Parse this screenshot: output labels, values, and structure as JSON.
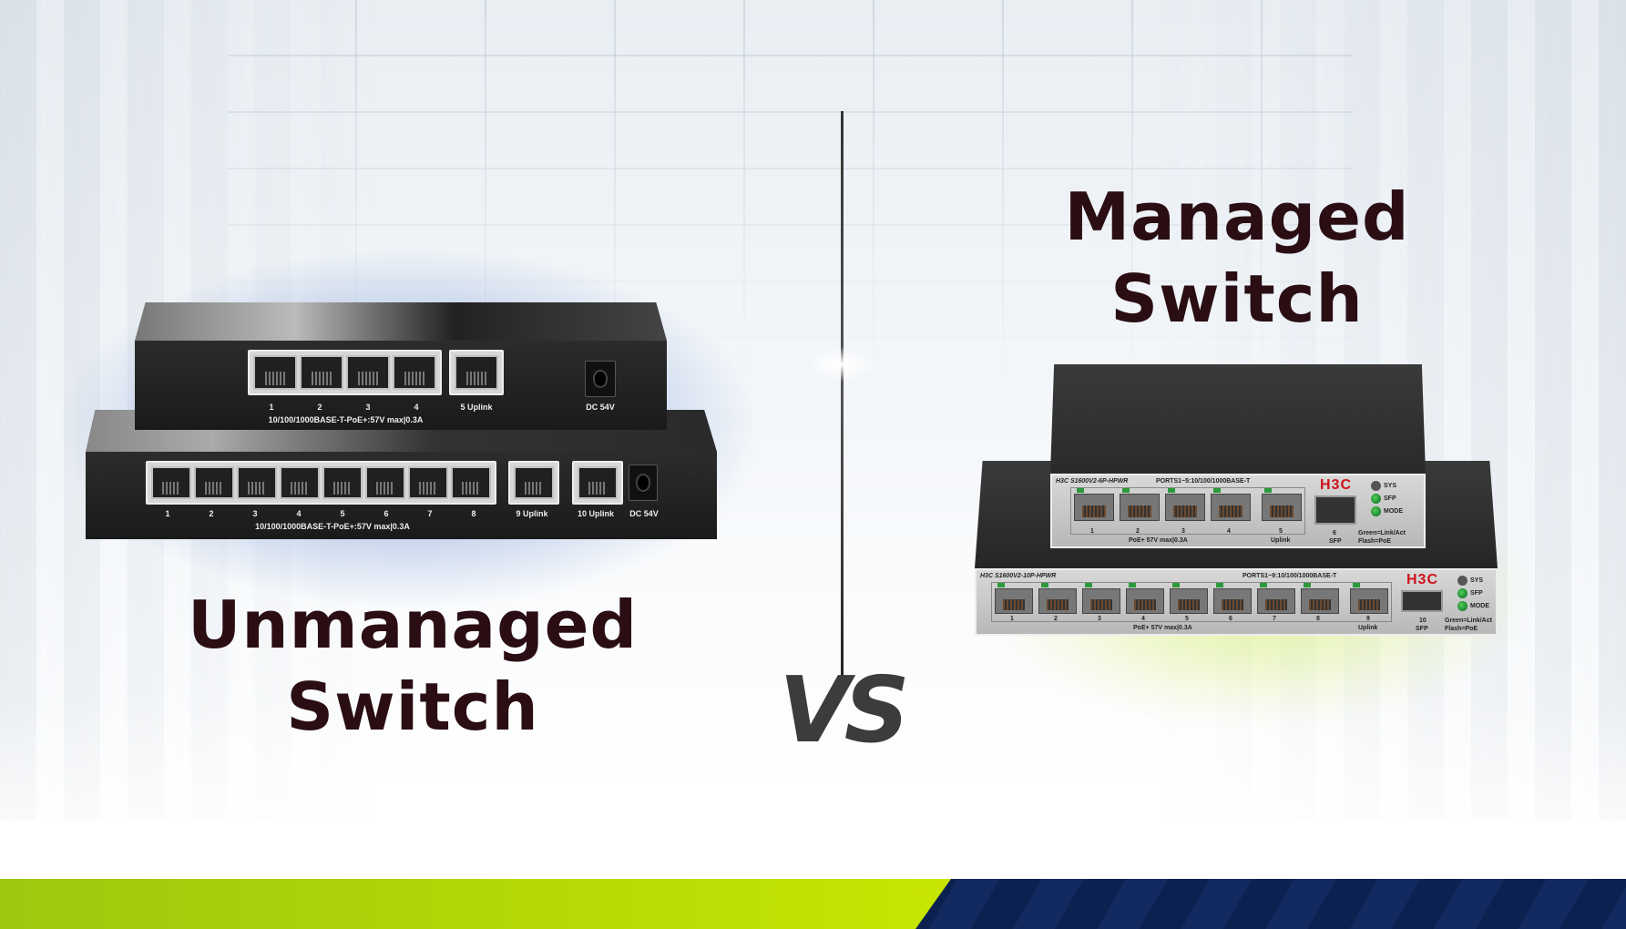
{
  "headline_right": {
    "line1": "Managed",
    "line2": "Switch"
  },
  "headline_left": {
    "line1": "Unmanaged",
    "line2": "Switch"
  },
  "versus": "VS",
  "colors": {
    "title": "#2a0e14",
    "band_green": "#b4d800",
    "band_navy": "#0c2150",
    "vs": "#3c3c3c"
  },
  "unmanaged_top": {
    "port_numbers": [
      "1",
      "2",
      "3",
      "4"
    ],
    "uplink": "5 Uplink",
    "power": "DC 54V",
    "spec": "10/100/1000BASE-T-PoE+:57V max|0.3A"
  },
  "unmanaged_bottom": {
    "port_numbers": [
      "1",
      "2",
      "3",
      "4",
      "5",
      "6",
      "7",
      "8"
    ],
    "uplinks": [
      "9 Uplink",
      "10 Uplink"
    ],
    "power": "DC 54V",
    "spec": "10/100/1000BASE-T-PoE+:57V max|0.3A"
  },
  "managed_top": {
    "model": "H3C S1600V2-6P-HPWR",
    "ports_spec": "PORTS1~5:10/100/1000BASE-T",
    "brand": "H3C",
    "port_numbers": [
      "1",
      "2",
      "3",
      "4"
    ],
    "uplink_number": "5",
    "uplink_label": "Uplink",
    "poe": "PoE+ 57V max|0.3A",
    "sfp_number": "6",
    "sfp_label": "SFP",
    "leds": [
      "SYS",
      "SFP",
      "MODE"
    ],
    "legend1": "Green=Link/Act",
    "legend2": "Flash=PoE"
  },
  "managed_bottom": {
    "model": "H3C S1600V2-10P-HPWR",
    "ports_spec": "PORTS1~9:10/100/1000BASE-T",
    "brand": "H3C",
    "port_numbers": [
      "1",
      "2",
      "3",
      "4",
      "5",
      "6",
      "7",
      "8"
    ],
    "uplink_number": "9",
    "uplink_label": "Uplink",
    "poe": "PoE+ 57V max|0.3A",
    "sfp_number": "10",
    "sfp_label": "SFP",
    "leds": [
      "SYS",
      "SFP",
      "MODE"
    ],
    "legend1": "Green=Link/Act",
    "legend2": "Flash=PoE"
  }
}
